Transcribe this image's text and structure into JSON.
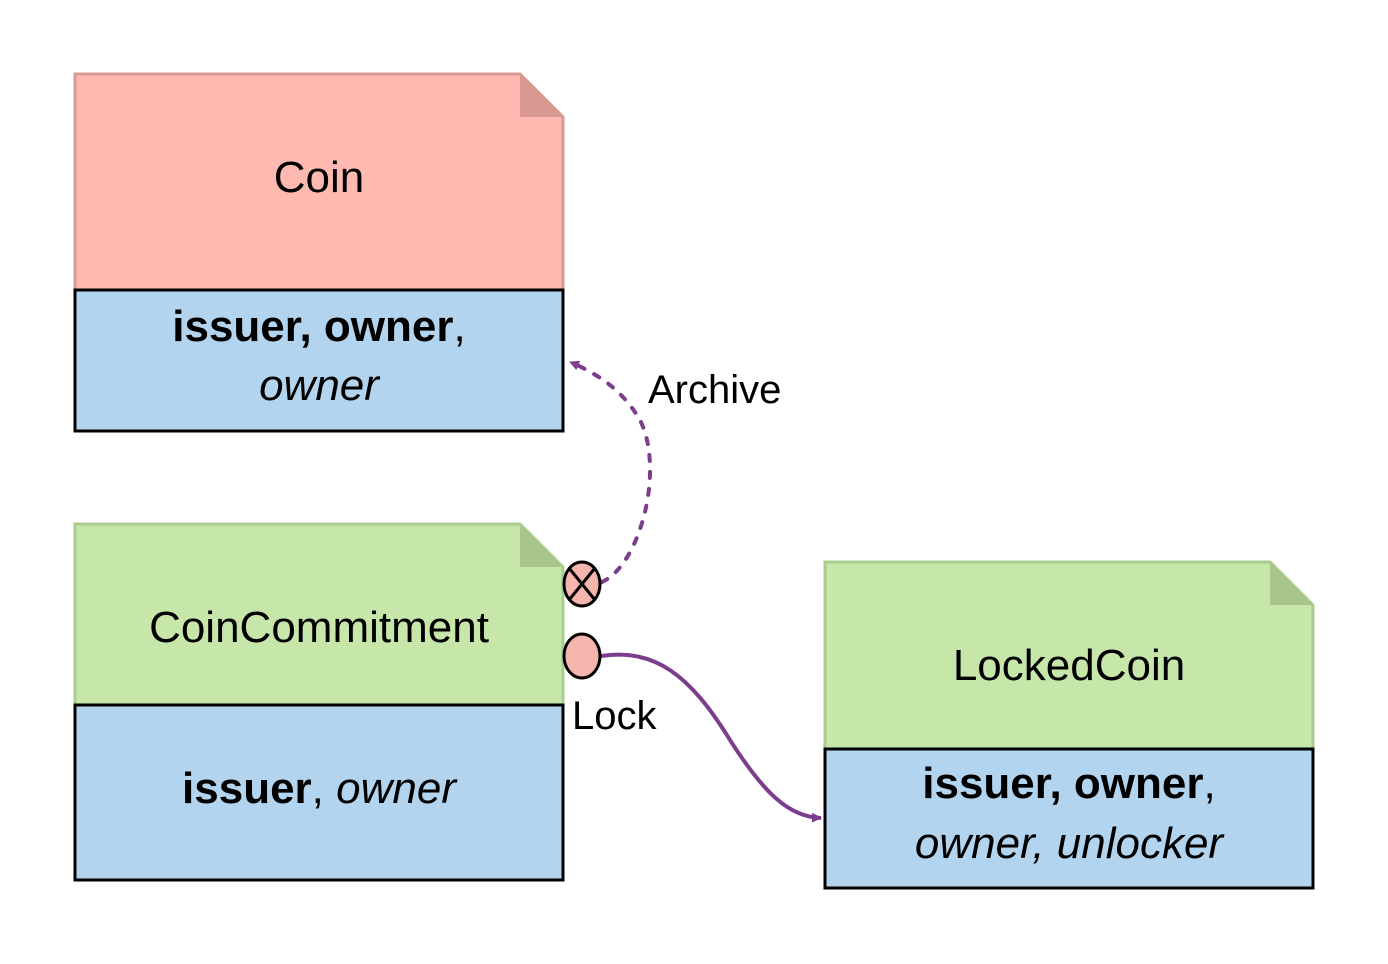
{
  "colors": {
    "coin_header": "#ffb9b0",
    "coin_header_border": "#d99891",
    "coin_fold": "#d99891",
    "active_header": "#c6e6aa",
    "active_header_border": "#a9cc8f",
    "active_fold": "#a9c58e",
    "fields_fill": "#b3d4ee",
    "outline": "#000000",
    "arrow": "#7b3d8c",
    "choice_fill": "#f6b5ad"
  },
  "templates": {
    "coin": {
      "name": "Coin",
      "fields_line1_bold": "issuer, owner",
      "fields_line1_plain": ",",
      "fields_line2_italic": "owner"
    },
    "coin_commitment": {
      "name": "CoinCommitment",
      "fields_line1_bold": "issuer",
      "fields_line1_plain": ", ",
      "fields_line1_italic": "owner"
    },
    "locked_coin": {
      "name": "LockedCoin",
      "fields_line1_bold": "issuer, owner",
      "fields_line1_plain": ",",
      "fields_line2_italic": "owner, unlocker"
    }
  },
  "choices": {
    "archive": {
      "label": "Archive",
      "icon": "archive-x-icon",
      "style": "dashed"
    },
    "lock": {
      "label": "Lock",
      "icon": "choice-circle-icon",
      "style": "solid"
    }
  }
}
